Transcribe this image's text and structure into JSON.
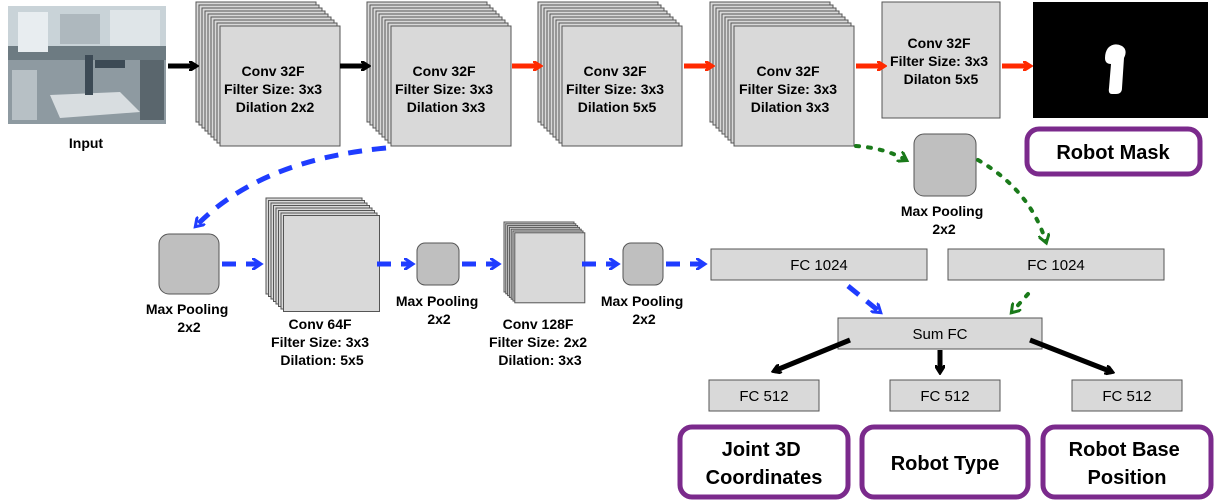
{
  "input_label": "Input",
  "conv1": {
    "lines": [
      "Conv 32F",
      "Filter Size: 3x3",
      "Dilation 2x2"
    ]
  },
  "conv2": {
    "lines": [
      "Conv 32F",
      "Filter Size: 3x3",
      "Dilation 3x3"
    ]
  },
  "conv3": {
    "lines": [
      "Conv 32F",
      "Filter Size: 3x3",
      "Dilation 5x5"
    ]
  },
  "conv4": {
    "lines": [
      "Conv 32F",
      "Filter Size: 3x3",
      "Dilation 3x3"
    ]
  },
  "conv5": {
    "lines": [
      "Conv 32F",
      "Filter Size: 3x3",
      "Dilaton 5x5"
    ]
  },
  "robot_mask_label": "Robot Mask",
  "pool_top": {
    "lines": [
      "Max Pooling",
      "2x2"
    ]
  },
  "pool1": {
    "lines": [
      "Max Pooling",
      "2x2"
    ]
  },
  "conv64": {
    "lines": [
      "Conv 64F",
      "Filter Size: 3x3",
      "Dilation: 5x5"
    ]
  },
  "pool2": {
    "lines": [
      "Max Pooling",
      "2x2"
    ]
  },
  "conv128": {
    "lines": [
      "Conv 128F",
      "Filter Size: 2x2",
      "Dilation: 3x3"
    ]
  },
  "pool3": {
    "lines": [
      "Max Pooling",
      "2x2"
    ]
  },
  "fc_left": "FC 1024",
  "fc_right": "FC 1024",
  "sum_fc": "Sum FC",
  "fc512_left": "FC 512",
  "fc512_mid": "FC 512",
  "fc512_right": "FC 512",
  "out_joint": {
    "lines": [
      "Joint 3D",
      "Coordinates"
    ]
  },
  "out_type": {
    "lines": [
      "Robot Type"
    ]
  },
  "out_base": {
    "lines": [
      "Robot Base",
      "Position"
    ]
  },
  "colors": {
    "layer_fill": "#d9d9d9",
    "pool_fill": "#bfbfbf",
    "black_arrow": "#000000",
    "red_arrow": "#ff2a00",
    "blue_arrow": "#1f3cff",
    "green_arrow": "#1a7a1a",
    "output_border": "#7b2a8c"
  }
}
